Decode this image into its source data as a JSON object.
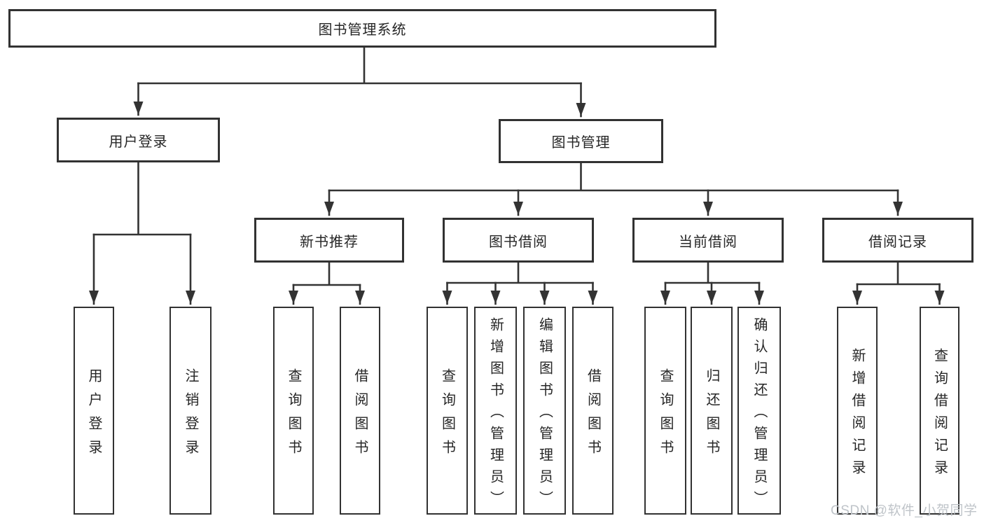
{
  "tree": {
    "root": "图书管理系统",
    "children": [
      {
        "label": "用户登录",
        "children": [
          {
            "label": "用户登录"
          },
          {
            "label": "注销登录"
          }
        ]
      },
      {
        "label": "图书管理",
        "children": [
          {
            "label": "新书推荐",
            "children": [
              {
                "label": "查询图书"
              },
              {
                "label": "借阅图书"
              }
            ]
          },
          {
            "label": "图书借阅",
            "children": [
              {
                "label": "查询图书"
              },
              {
                "label": "新增图书（管理员）"
              },
              {
                "label": "编辑图书（管理员）"
              },
              {
                "label": "借阅图书"
              }
            ]
          },
          {
            "label": "当前借阅",
            "children": [
              {
                "label": "查询图书"
              },
              {
                "label": "归还图书"
              },
              {
                "label": "确认归还（管理员）"
              }
            ]
          },
          {
            "label": "借阅记录",
            "children": [
              {
                "label": "新增借阅记录"
              },
              {
                "label": "查询借阅记录"
              }
            ]
          }
        ]
      }
    ]
  },
  "watermark": {
    "text": "CSDN @软件_小贺同学"
  },
  "colors": {
    "line": "#333333",
    "border": "#323232",
    "text": "#262626",
    "background": "#ffffff",
    "watermark": "#bfc4c9"
  }
}
